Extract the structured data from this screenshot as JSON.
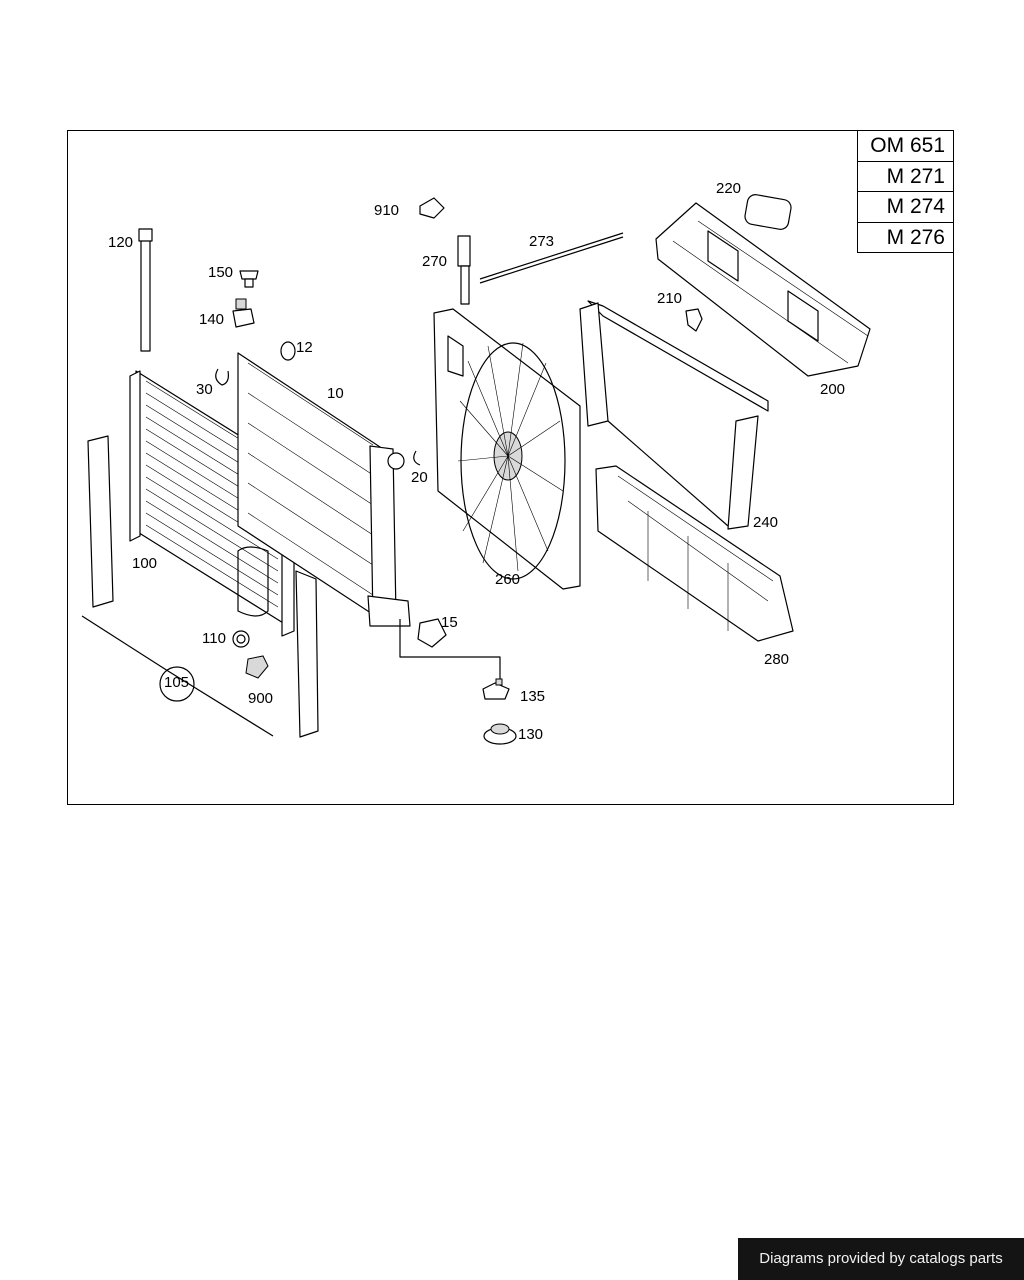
{
  "engine_codes": [
    "OM 651",
    "M 271",
    "M 274",
    "M 276"
  ],
  "callouts": {
    "c10": "10",
    "c12": "12",
    "c15": "15",
    "c20": "20",
    "c30": "30",
    "c100": "100",
    "c105": "105",
    "c110": "110",
    "c120": "120",
    "c130": "130",
    "c135": "135",
    "c140": "140",
    "c150": "150",
    "c200": "200",
    "c210": "210",
    "c220": "220",
    "c240": "240",
    "c260": "260",
    "c270": "270",
    "c273": "273",
    "c280": "280",
    "c900": "900",
    "c910": "910"
  },
  "footer": {
    "credit": "Diagrams provided by catalogs parts"
  }
}
